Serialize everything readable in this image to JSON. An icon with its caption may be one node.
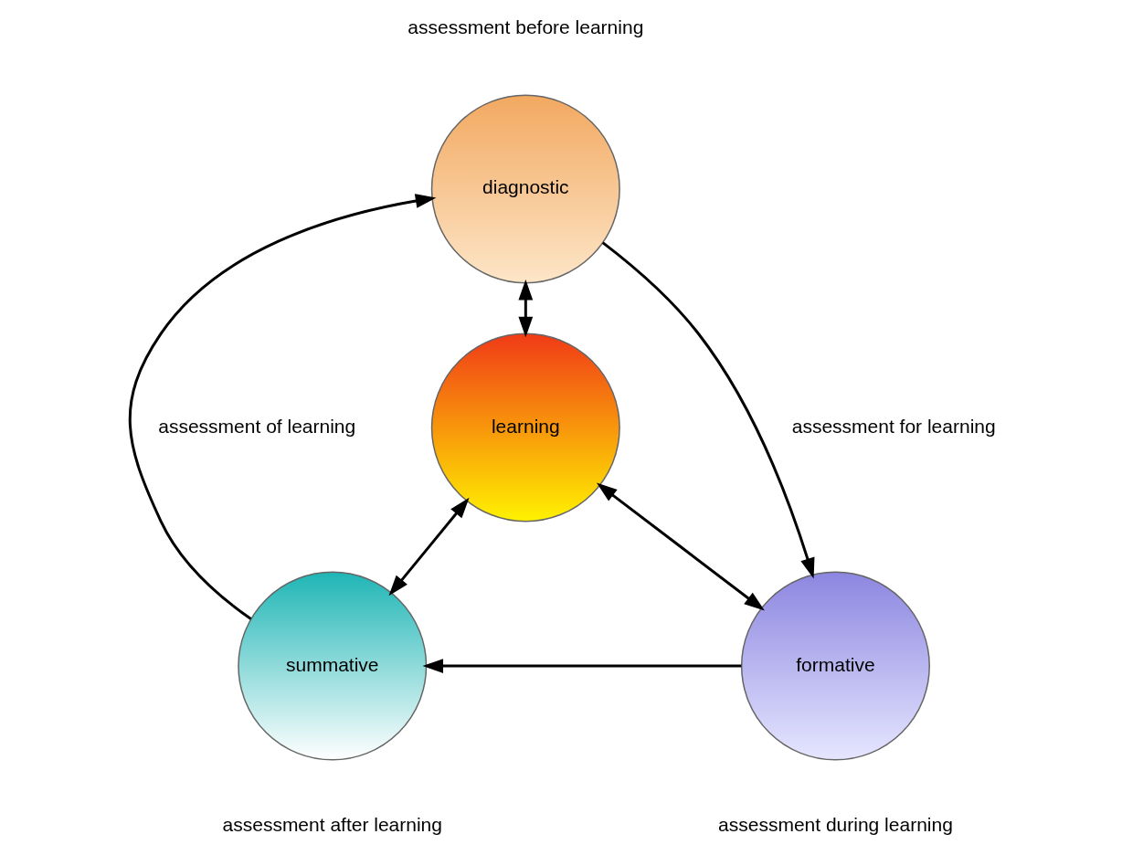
{
  "diagram": {
    "nodes": [
      {
        "text": [
          "diagnostic"
        ],
        "beside": [
          "assessment before learning"
        ]
      },
      {
        "text": [
          "learning"
        ]
      },
      {
        "text": [
          "summative"
        ],
        "beside": [
          "assessment after learning"
        ]
      },
      {
        "text": [
          "formative"
        ],
        "beside": [
          "assessment during learning"
        ]
      }
    ],
    "edges": [
      {
        "from": 2,
        "to": 0,
        "arrow": "to",
        "label": "assessment of learning"
      },
      {
        "from": 0,
        "to": 3,
        "arrow": "to",
        "label": "assessment for learning"
      },
      {
        "from": 0,
        "to": 1,
        "arrow": "both"
      },
      {
        "from": 1,
        "to": 2,
        "arrow": "both"
      },
      {
        "from": 1,
        "to": 3,
        "arrow": "both"
      },
      {
        "from": 3,
        "to": 2,
        "arrow": "to"
      }
    ]
  }
}
